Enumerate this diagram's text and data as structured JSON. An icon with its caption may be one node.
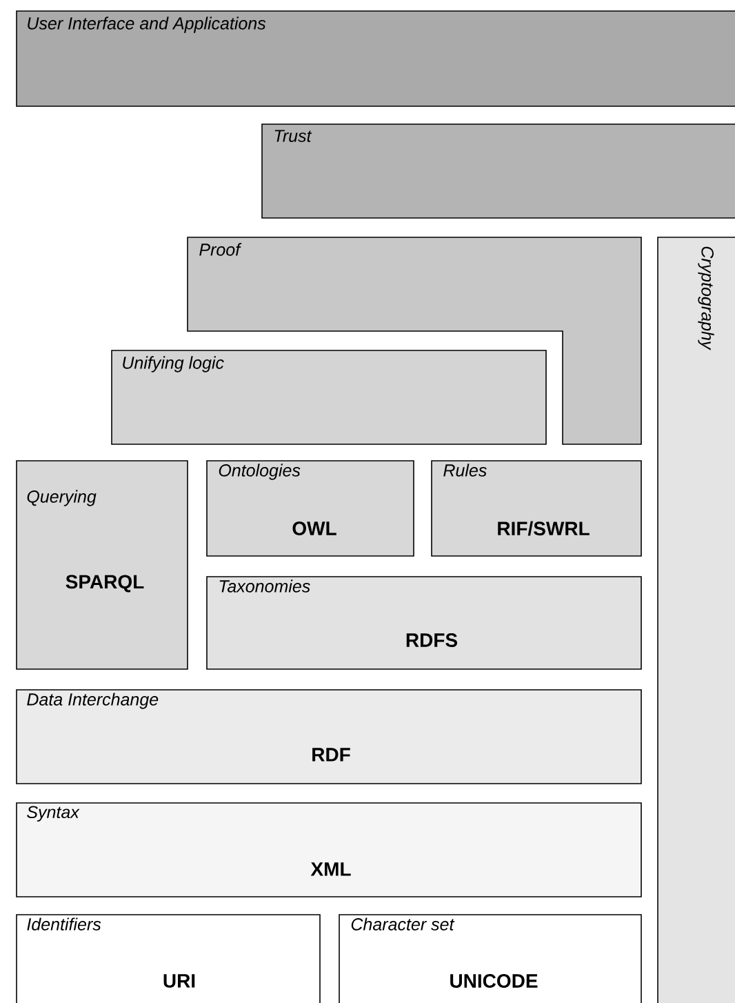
{
  "diagram": {
    "nodes": [
      {
        "text": [
          "User Interface and Applications"
        ]
      },
      {
        "text": [
          "Trust"
        ]
      },
      {
        "text": [
          "Proof"
        ]
      },
      {
        "text": [
          "Unifying logic"
        ]
      },
      {
        "text": [
          "Querying",
          "SPARQL"
        ]
      },
      {
        "text": [
          "Ontologies",
          "OWL"
        ]
      },
      {
        "text": [
          "Rules",
          "RIF/SWRL"
        ]
      },
      {
        "text": [
          "Taxonomies",
          "RDFS"
        ]
      },
      {
        "text": [
          "Data Interchange",
          "RDF"
        ]
      },
      {
        "text": [
          "Syntax",
          "XML"
        ]
      },
      {
        "text": [
          "Identifiers",
          "URI"
        ]
      },
      {
        "text": [
          "Character set",
          "UNICODE"
        ]
      },
      {
        "text": [
          "Cryptography"
        ]
      }
    ]
  }
}
